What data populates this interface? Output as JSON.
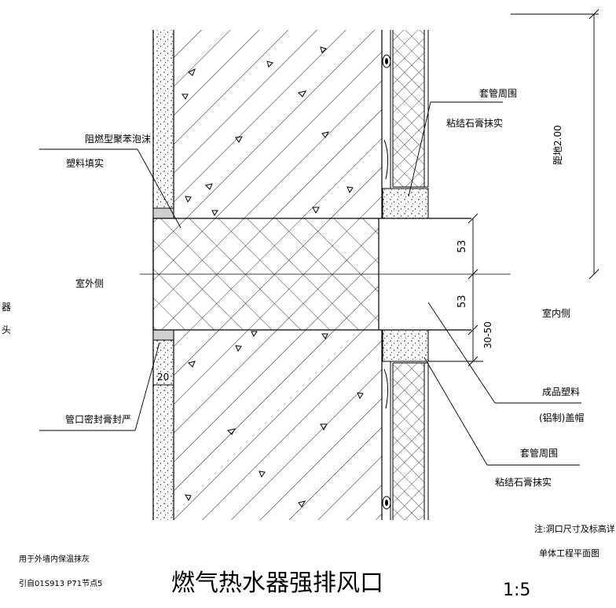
{
  "labels": {
    "foam_line1": "阻燃型聚苯泡沫",
    "foam_line2": "塑料填实",
    "outdoor_side": "室外侧",
    "indoor_side": "室内侧",
    "sealant": "管口密封膏封严",
    "sleeve_top": "套管周围",
    "gypsum_top": "粘结石膏抹实",
    "product_line1": "成品塑料",
    "product_line2": "(铝制)盖帽",
    "sleeve_bottom": "套管周围",
    "gypsum_bottom": "粘结石膏抹实",
    "height_dim": "距地2.00",
    "left_edge_1": "器",
    "left_edge_2": "头",
    "note_line1": "注:洞口尺寸及标高详",
    "note_line2": "单体工程平面图",
    "ref_line1": "用于外墙内保温抹灰",
    "ref_line2": "引自01S913 P71节点5"
  },
  "dimensions": {
    "upper_half": "53",
    "lower_half": "53",
    "offset": "30-50",
    "plaster": "20"
  },
  "title": "燃气热水器强排风口",
  "scale": "1:5"
}
